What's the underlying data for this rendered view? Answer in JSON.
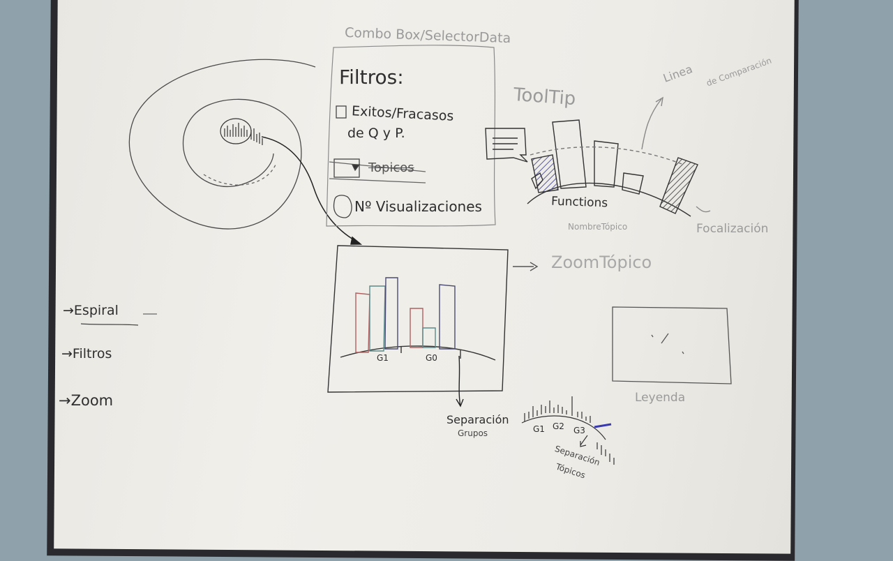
{
  "board": {
    "top_label": "Combo Box/SelectorData",
    "filters": {
      "title": "Filtros:",
      "options": [
        {
          "label_line1": "Exitos/Fracasos",
          "label_line2": "de Q y P."
        },
        {
          "label": "Topicos"
        },
        {
          "label": "Nº Visualizaciones"
        }
      ]
    },
    "tooltip_label": "ToolTip",
    "comparison_label_1": "Linea",
    "comparison_label_2": "de Comparación",
    "functions_label": "Functions",
    "topic_name_label": "NombreTópico",
    "focus_label": "Focalización",
    "zoom_topic_label": "ZoomTópico",
    "group_labels": [
      "G1",
      "G0"
    ],
    "legend_label": "Leyenda",
    "group_separation_line1": "Separación",
    "group_separation_line2": "Grupos",
    "arc_group_labels": [
      "G1",
      "G2",
      "G3"
    ],
    "topic_separation_line1": "Separación",
    "topic_separation_line2": "Tópicos",
    "left_list": [
      "→Espiral",
      "→Filtros",
      "→Zoom"
    ]
  }
}
